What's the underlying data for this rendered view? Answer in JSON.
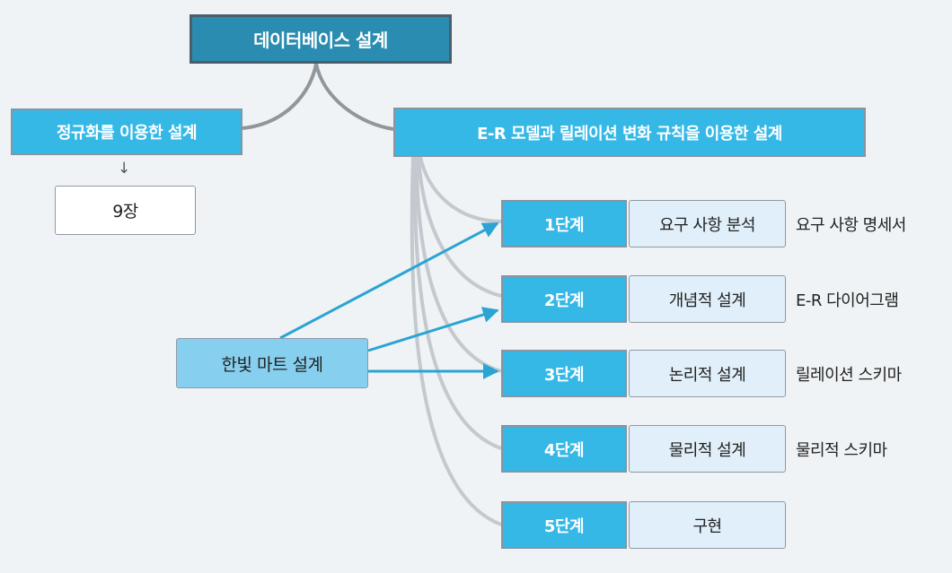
{
  "root": {
    "label": "데이터베이스 설계"
  },
  "normalization": {
    "label": "정규화를 이용한 설계",
    "reference": "9장"
  },
  "er_method": {
    "label": "E-R 모델과 릴레이션 변화 규칙을 이용한 설계"
  },
  "hanbit": {
    "label": "한빛 마트 설계"
  },
  "stages": [
    {
      "stage": "1단계",
      "task": "요구 사항 분석",
      "output": "요구 사항 명세서"
    },
    {
      "stage": "2단계",
      "task": "개념적 설계",
      "output": "E-R 다이어그램"
    },
    {
      "stage": "3단계",
      "task": "논리적 설계",
      "output": "릴레이션 스키마"
    },
    {
      "stage": "4단계",
      "task": "물리적 설계",
      "output": "물리적 스키마"
    },
    {
      "stage": "5단계",
      "task": "구현",
      "output": ""
    }
  ],
  "icons": {
    "down_arrow": "arrow-down-icon"
  },
  "colors": {
    "background": "#eff3f6",
    "root": "#2a8cb0",
    "stage": "#35b8e6",
    "task": "#e0eff9",
    "hanbit": "#87cfef",
    "arrow": "#2ba4d4",
    "connector": "#c3c9ce"
  }
}
